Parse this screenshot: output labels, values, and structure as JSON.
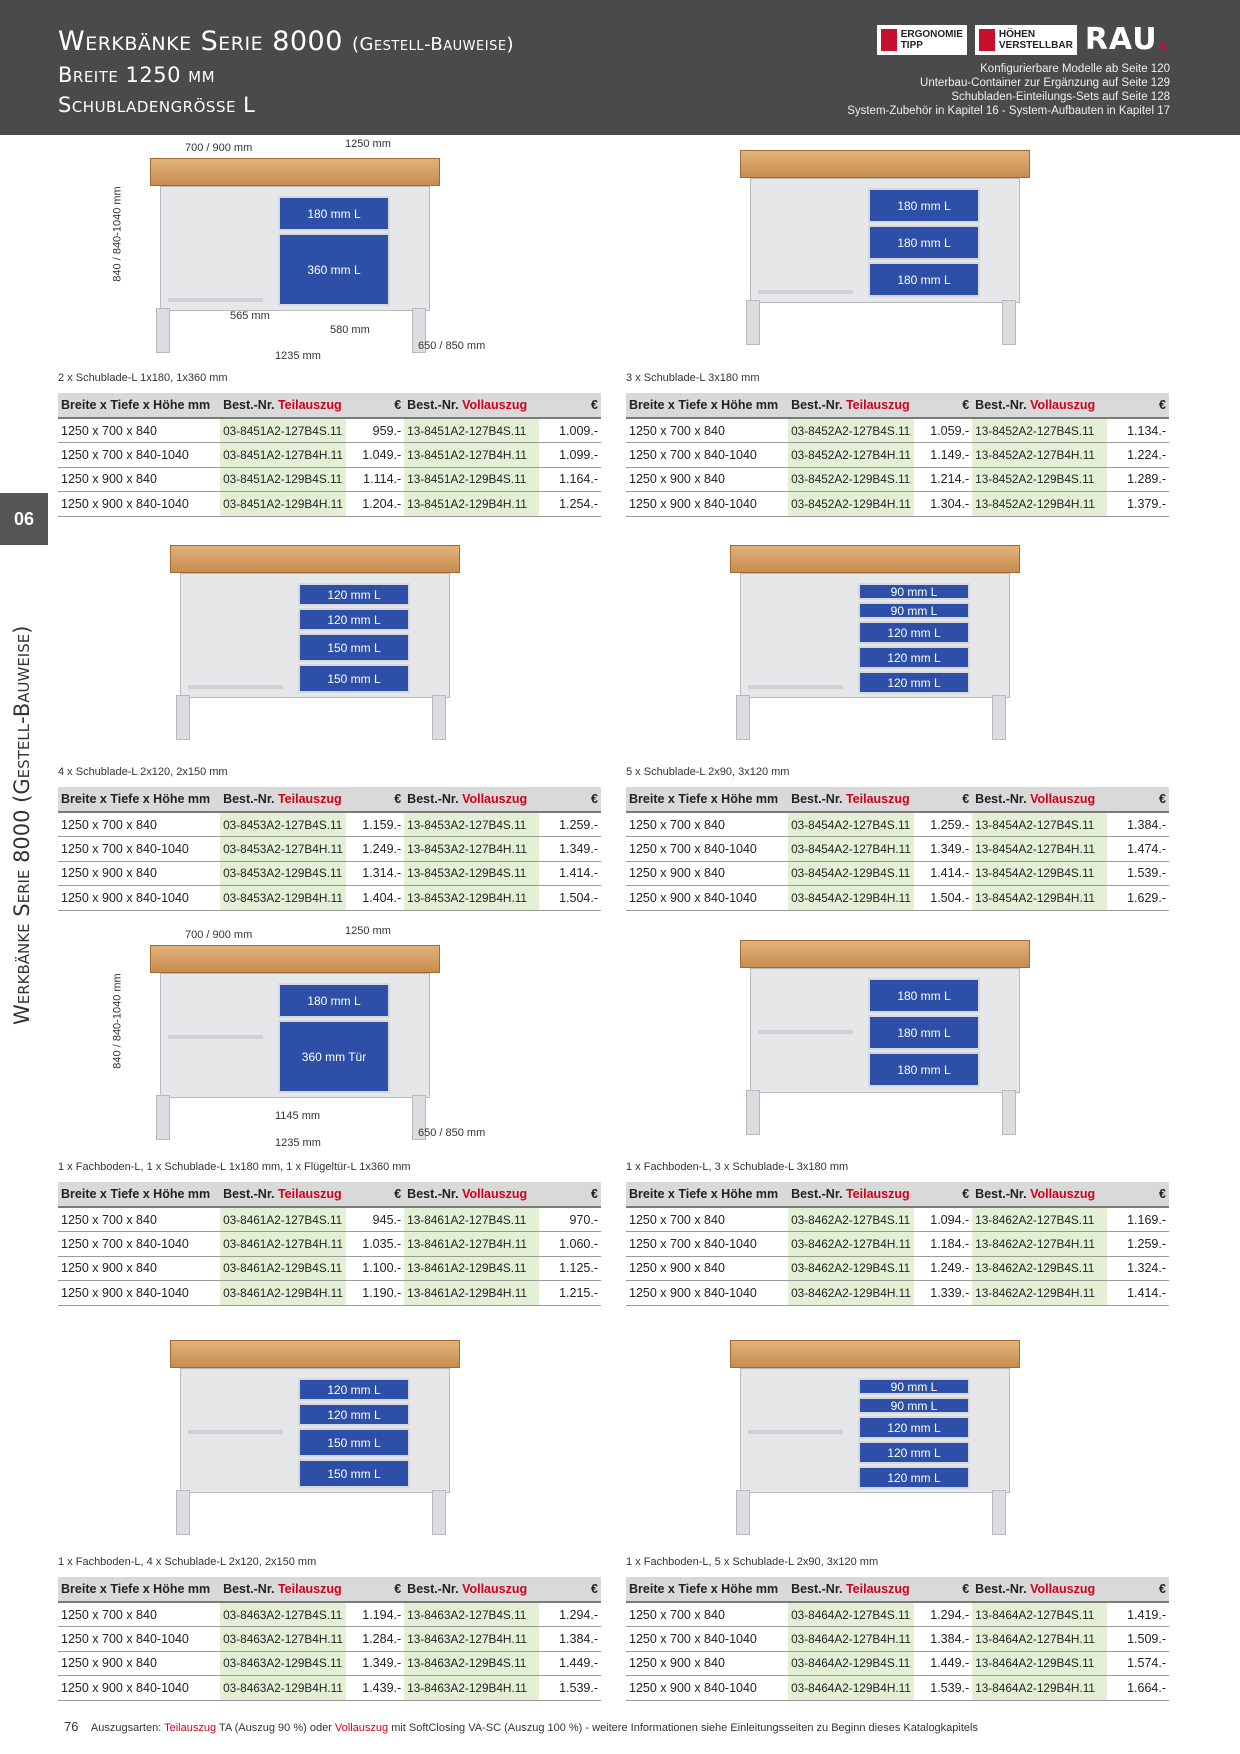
{
  "header": {
    "title": "Werkbänke Serie 8000",
    "title_sub": "(Gestell-Bauweise)",
    "width": "Breite 1250 mm",
    "drawer_size": "Schubladengrösse L",
    "logo_ergonomie": [
      "ERGONOMIE",
      "TIPP"
    ],
    "logo_hoehen": [
      "HÖHEN",
      "VERSTELLBAR"
    ],
    "brand": "RAU",
    "info": [
      "Konfigurierbare Modelle ab Seite 120",
      "Unterbau-Container zur Ergänzung auf Seite 129",
      "Schubladen-Einteilungs-Sets auf Seite 128",
      "System-Zubehör in Kapitel 16 -  System-Aufbauten in Kapitel 17"
    ]
  },
  "side": {
    "tab": "06",
    "text": "Werkbänke Serie 8000 (Gestell-Bauweise)"
  },
  "table_headers": {
    "size": "Breite x Tiefe x Höhe mm",
    "best_nr": "Best.-Nr.",
    "teil": "Teilauszug",
    "voll": "Vollauszug",
    "eur": "€"
  },
  "dims": {
    "depth": "700 / 900 mm",
    "width": "1250 mm",
    "height": "840 / 840-1040 mm",
    "inner_left": "565 mm",
    "inner_right": "580 mm",
    "bottom": "1235 mm",
    "side_depth": "650 / 850 mm",
    "inner_wide": "1145 mm"
  },
  "products": [
    {
      "caption": "2 x Schublade-L 1x180, 1x360 mm",
      "drawers": [
        "180 mm L",
        "360 mm L"
      ],
      "rows": [
        [
          "1250 x 700 x 840",
          "03-8451A2-127B4S.11",
          "959.-",
          "13-8451A2-127B4S.11",
          "1.009.-"
        ],
        [
          "1250 x 700 x 840-1040",
          "03-8451A2-127B4H.11",
          "1.049.-",
          "13-8451A2-127B4H.11",
          "1.099.-"
        ],
        [
          "1250 x 900 x 840",
          "03-8451A2-129B4S.11",
          "1.114.-",
          "13-8451A2-129B4S.11",
          "1.164.-"
        ],
        [
          "1250 x 900 x 840-1040",
          "03-8451A2-129B4H.11",
          "1.204.-",
          "13-8451A2-129B4H.11",
          "1.254.-"
        ]
      ]
    },
    {
      "caption": "3 x Schublade-L 3x180 mm",
      "drawers": [
        "180 mm L",
        "180 mm L",
        "180 mm L"
      ],
      "rows": [
        [
          "1250 x 700 x 840",
          "03-8452A2-127B4S.11",
          "1.059.-",
          "13-8452A2-127B4S.11",
          "1.134.-"
        ],
        [
          "1250 x 700 x 840-1040",
          "03-8452A2-127B4H.11",
          "1.149.-",
          "13-8452A2-127B4H.11",
          "1.224.-"
        ],
        [
          "1250 x 900 x 840",
          "03-8452A2-129B4S.11",
          "1.214.-",
          "13-8452A2-129B4S.11",
          "1.289.-"
        ],
        [
          "1250 x 900 x 840-1040",
          "03-8452A2-129B4H.11",
          "1.304.-",
          "13-8452A2-129B4H.11",
          "1.379.-"
        ]
      ]
    },
    {
      "caption": "4 x Schublade-L 2x120, 2x150 mm",
      "drawers": [
        "120 mm L",
        "120 mm L",
        "150 mm L",
        "150 mm L"
      ],
      "rows": [
        [
          "1250 x 700 x 840",
          "03-8453A2-127B4S.11",
          "1.159.-",
          "13-8453A2-127B4S.11",
          "1.259.-"
        ],
        [
          "1250 x 700 x 840-1040",
          "03-8453A2-127B4H.11",
          "1.249.-",
          "13-8453A2-127B4H.11",
          "1.349.-"
        ],
        [
          "1250 x 900 x 840",
          "03-8453A2-129B4S.11",
          "1.314.-",
          "13-8453A2-129B4S.11",
          "1.414.-"
        ],
        [
          "1250 x 900 x 840-1040",
          "03-8453A2-129B4H.11",
          "1.404.-",
          "13-8453A2-129B4H.11",
          "1.504.-"
        ]
      ]
    },
    {
      "caption": "5 x Schublade-L 2x90, 3x120 mm",
      "drawers": [
        "90 mm L",
        "90 mm L",
        "120 mm L",
        "120 mm L",
        "120 mm L"
      ],
      "rows": [
        [
          "1250 x 700 x 840",
          "03-8454A2-127B4S.11",
          "1.259.-",
          "13-8454A2-127B4S.11",
          "1.384.-"
        ],
        [
          "1250 x 700 x 840-1040",
          "03-8454A2-127B4H.11",
          "1.349.-",
          "13-8454A2-127B4H.11",
          "1.474.-"
        ],
        [
          "1250 x 900 x 840",
          "03-8454A2-129B4S.11",
          "1.414.-",
          "13-8454A2-129B4S.11",
          "1.539.-"
        ],
        [
          "1250 x 900 x 840-1040",
          "03-8454A2-129B4H.11",
          "1.504.-",
          "13-8454A2-129B4H.11",
          "1.629.-"
        ]
      ]
    },
    {
      "caption": "1 x Fachboden-L, 1 x Schublade-L 1x180 mm, 1 x Flügeltür-L 1x360 mm",
      "drawers": [
        "180 mm L",
        "360 mm Tür"
      ],
      "rows": [
        [
          "1250 x 700 x 840",
          "03-8461A2-127B4S.11",
          "945.-",
          "13-8461A2-127B4S.11",
          "970.-"
        ],
        [
          "1250 x 700 x 840-1040",
          "03-8461A2-127B4H.11",
          "1.035.-",
          "13-8461A2-127B4H.11",
          "1.060.-"
        ],
        [
          "1250 x 900 x 840",
          "03-8461A2-129B4S.11",
          "1.100.-",
          "13-8461A2-129B4S.11",
          "1.125.-"
        ],
        [
          "1250 x 900 x 840-1040",
          "03-8461A2-129B4H.11",
          "1.190.-",
          "13-8461A2-129B4H.11",
          "1.215.-"
        ]
      ]
    },
    {
      "caption": "1 x Fachboden-L, 3 x Schublade-L 3x180 mm",
      "drawers": [
        "180 mm L",
        "180 mm L",
        "180 mm L"
      ],
      "rows": [
        [
          "1250 x 700 x 840",
          "03-8462A2-127B4S.11",
          "1.094.-",
          "13-8462A2-127B4S.11",
          "1.169.-"
        ],
        [
          "1250 x 700 x 840-1040",
          "03-8462A2-127B4H.11",
          "1.184.-",
          "13-8462A2-127B4H.11",
          "1.259.-"
        ],
        [
          "1250 x 900 x 840",
          "03-8462A2-129B4S.11",
          "1.249.-",
          "13-8462A2-129B4S.11",
          "1.324.-"
        ],
        [
          "1250 x 900 x 840-1040",
          "03-8462A2-129B4H.11",
          "1.339.-",
          "13-8462A2-129B4H.11",
          "1.414.-"
        ]
      ]
    },
    {
      "caption": "1 x Fachboden-L, 4 x Schublade-L 2x120, 2x150 mm",
      "drawers": [
        "120 mm L",
        "120 mm L",
        "150 mm L",
        "150 mm L"
      ],
      "rows": [
        [
          "1250 x 700 x 840",
          "03-8463A2-127B4S.11",
          "1.194.-",
          "13-8463A2-127B4S.11",
          "1.294.-"
        ],
        [
          "1250 x 700 x 840-1040",
          "03-8463A2-127B4H.11",
          "1.284.-",
          "13-8463A2-127B4H.11",
          "1.384.-"
        ],
        [
          "1250 x 900 x 840",
          "03-8463A2-129B4S.11",
          "1.349.-",
          "13-8463A2-129B4S.11",
          "1.449.-"
        ],
        [
          "1250 x 900 x 840-1040",
          "03-8463A2-129B4H.11",
          "1.439.-",
          "13-8463A2-129B4H.11",
          "1.539.-"
        ]
      ]
    },
    {
      "caption": "1 x Fachboden-L, 5 x Schublade-L 2x90, 3x120 mm",
      "drawers": [
        "90 mm L",
        "90 mm L",
        "120 mm L",
        "120 mm L",
        "120 mm L"
      ],
      "rows": [
        [
          "1250 x 700 x 840",
          "03-8464A2-127B4S.11",
          "1.294.-",
          "13-8464A2-127B4S.11",
          "1.419.-"
        ],
        [
          "1250 x 700 x 840-1040",
          "03-8464A2-127B4H.11",
          "1.384.-",
          "13-8464A2-127B4H.11",
          "1.509.-"
        ],
        [
          "1250 x 900 x 840",
          "03-8464A2-129B4S.11",
          "1.449.-",
          "13-8464A2-129B4S.11",
          "1.574.-"
        ],
        [
          "1250 x 900 x 840-1040",
          "03-8464A2-129B4H.11",
          "1.539.-",
          "13-8464A2-129B4H.11",
          "1.664.-"
        ]
      ]
    }
  ],
  "footer": {
    "page": "76",
    "prefix": "Auszugsarten:",
    "teil": "Teilauszug",
    "mid": "TA (Auszug 90 %)  oder",
    "voll": "Vollauszug",
    "suffix": "mit SoftClosing VA-SC (Auszug 100 %) -  weitere Informationen siehe Einleitungsseiten zu Beginn dieses Katalogkapitels"
  }
}
